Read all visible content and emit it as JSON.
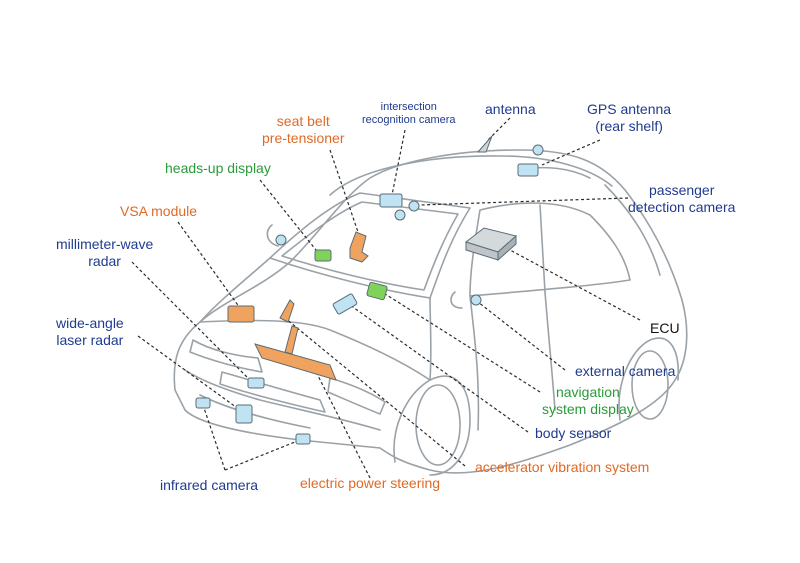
{
  "colors": {
    "blue": "#1f3b8f",
    "orange": "#e06a24",
    "green": "#2a9a3a",
    "black": "#111111",
    "car_outline": "#9aa2a8",
    "leader": "#2b2b2b",
    "sensor_blue": "#bfe3f2",
    "module_orange": "#f0a35e",
    "display_green": "#7fd35b"
  },
  "labels": {
    "seat_belt": [
      "seat belt",
      "pre-tensioner"
    ],
    "intersection_camera": [
      "intersection",
      "recognition camera"
    ],
    "antenna": "antenna",
    "gps_antenna": [
      "GPS antenna",
      "(rear shelf)"
    ],
    "heads_up_display": "heads-up display",
    "passenger_detection_camera": [
      "passenger",
      "detection camera"
    ],
    "vsa_module": "VSA module",
    "millimeter_wave_radar": [
      "millimeter-wave",
      "radar"
    ],
    "ecu": "ECU",
    "wide_angle_laser_radar": [
      "wide-angle",
      "laser radar"
    ],
    "external_camera": "external camera",
    "navigation_display": [
      "navigation",
      "system display"
    ],
    "body_sensor": "body sensor",
    "accelerator_vibration": "accelerator vibration system",
    "infrared_camera": "infrared camera",
    "electric_power_steering": "electric power steering"
  }
}
